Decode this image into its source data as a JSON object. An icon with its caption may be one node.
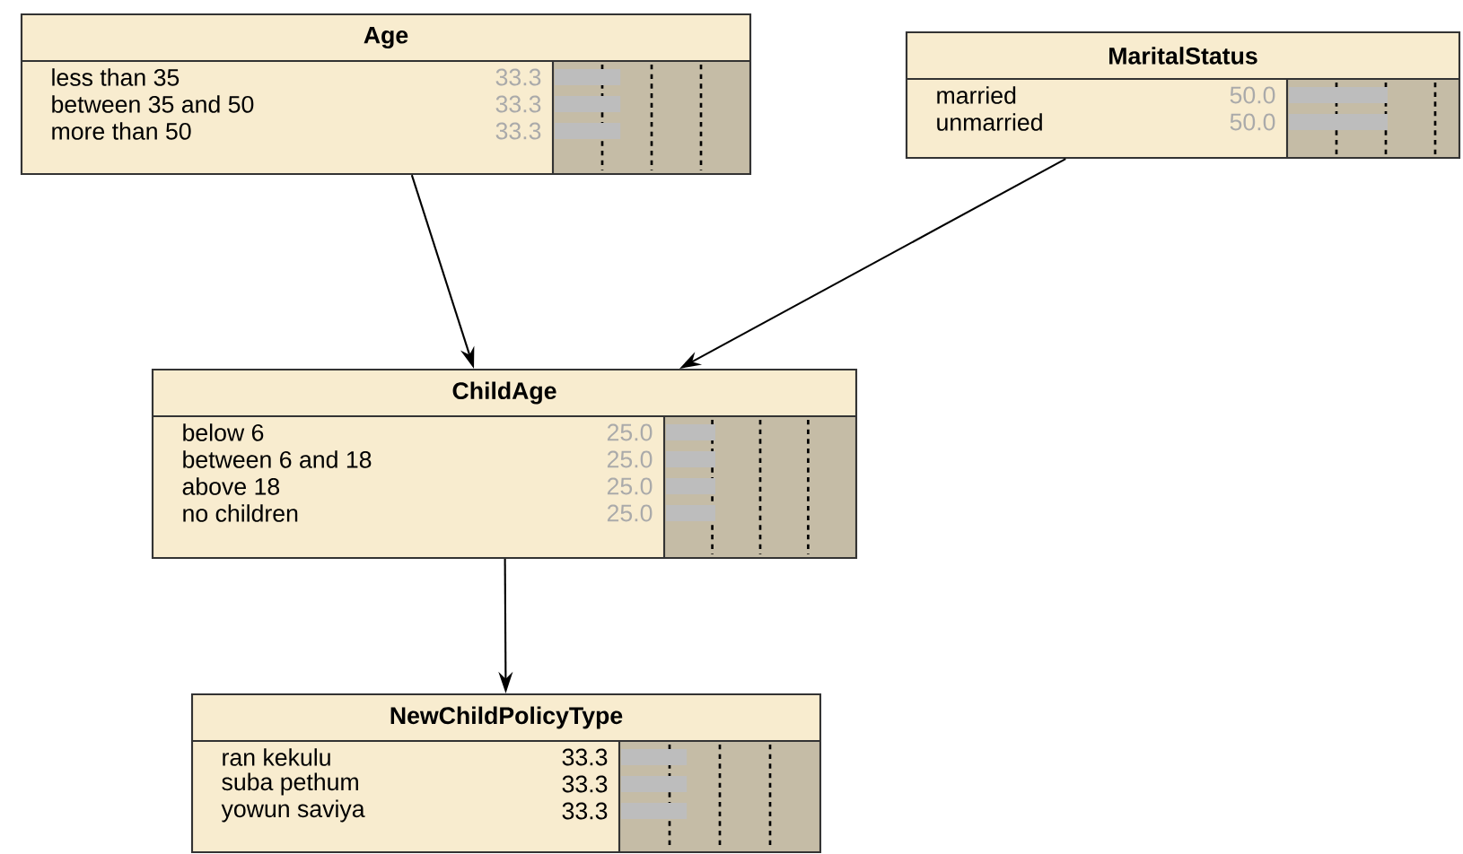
{
  "diagram": {
    "nodes": [
      {
        "text": [
          "Age",
          "less than 35",
          "33.3",
          "between 35 and 50",
          "33.3",
          "more than 50",
          "33.3"
        ]
      },
      {
        "text": [
          "MaritalStatus",
          "married",
          "50.0",
          "unmarried",
          "50.0"
        ]
      },
      {
        "text": [
          "ChildAge",
          "below 6",
          "25.0",
          "between 6 and 18",
          "25.0",
          "above 18",
          "25.0",
          "no children",
          "25.0"
        ]
      },
      {
        "text": [
          "NewChildPolicyType",
          "ran kekulu",
          "33.3",
          "suba pethum",
          "33.3",
          "yowun saviya",
          "33.3"
        ]
      }
    ],
    "edges": [
      {
        "from": 0,
        "to": 2,
        "arrow": "to"
      },
      {
        "from": 1,
        "to": 2,
        "arrow": "to"
      },
      {
        "from": 2,
        "to": 3,
        "arrow": "to"
      }
    ]
  }
}
